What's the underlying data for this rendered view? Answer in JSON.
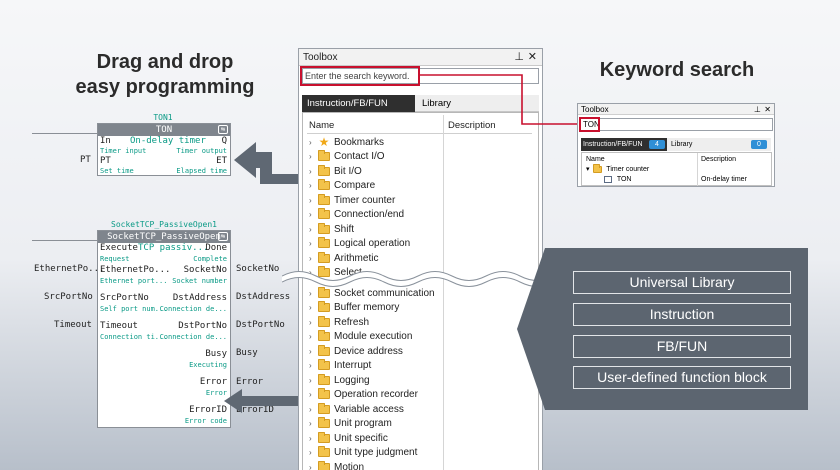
{
  "headings": {
    "left_line1": "Drag and drop",
    "left_line2": "easy programming",
    "right": "Keyword search"
  },
  "ton_block": {
    "instance": "TON1",
    "type": "TON",
    "in_label": "In",
    "in_desc": "On-delay timer",
    "q_label": "Q",
    "timer_input": "Timer input",
    "timer_output": "Timer output",
    "pt_outside": "PT",
    "pt_label": "PT",
    "et_label": "ET",
    "set_time": "Set time",
    "elapsed_time": "Elapsed time"
  },
  "socket_block": {
    "instance": "SocketTCP_PassiveOpen1",
    "type": "SocketTCP_PassiveOpen",
    "execute": "Execute",
    "execute_desc": "TCP passiv...",
    "done": "Done",
    "request": "Request",
    "complete": "Complete",
    "eth_outside": "EthernetPo...",
    "eth_label": "EthernetPo...",
    "socket_label": "SocketNo",
    "socket_outside": "SocketNo",
    "eth_desc": "Ethernet port...",
    "socket_desc": "Socket number",
    "src_outside": "SrcPortNo",
    "src_label": "SrcPortNo",
    "dst_label": "DstAddress",
    "dst_outside": "DstAddress",
    "src_desc": "Self port num...",
    "dst_desc": "Connection de...",
    "timeout_outside": "Timeout",
    "timeout_label": "Timeout",
    "dstport_label": "DstPortNo",
    "dstport_outside": "DstPortNo",
    "timeout_desc": "Connection ti...",
    "dstport_desc": "Connection de...",
    "busy_label": "Busy",
    "busy_outside": "Busy",
    "busy_desc": "Executing",
    "error_label": "Error",
    "error_outside": "Error",
    "error_desc": "Error",
    "errorid_label": "ErrorID",
    "errorid_outside": "ErrorID",
    "errorid_desc": "Error code"
  },
  "toolbox": {
    "title": "Toolbox",
    "pin": "⊥",
    "close": "✕",
    "search_placeholder": "Enter the search keyword.",
    "tabs": [
      "Instruction/FB/FUN",
      "Library"
    ],
    "columns": [
      "Name",
      "Description"
    ],
    "items_top": [
      "Bookmarks",
      "Contact I/O",
      "Bit I/O",
      "Compare",
      "Timer counter",
      "Connection/end",
      "Shift",
      "Logical operation",
      "Arithmetic",
      "Select"
    ],
    "items_bottom": [
      "Socket communication",
      "Buffer memory",
      "Refresh",
      "Module execution",
      "Device address",
      "Interrupt",
      "Logging",
      "Operation recorder",
      "Variable access",
      "Unit program",
      "Unit specific",
      "Unit type judgment",
      "Motion"
    ]
  },
  "mini_toolbox": {
    "title": "Toolbox",
    "search_value": "TON",
    "tab1": "Instruction/FB/FUN",
    "tab1_count": "4",
    "tab2": "Library",
    "tab2_count": "0",
    "col_name": "Name",
    "col_desc": "Description",
    "row1": "Timer counter",
    "row2": "TON",
    "row2_desc": "On-delay timer"
  },
  "features": [
    "Universal Library",
    "Instruction",
    "FB/FUN",
    "User-defined function block"
  ],
  "colors": {
    "accent_red": "#c8102e",
    "teal": "#0a9a86",
    "panel": "#5c6570",
    "tab_active": "#2f2f2f",
    "mini_badge": "#2f8fd6"
  }
}
